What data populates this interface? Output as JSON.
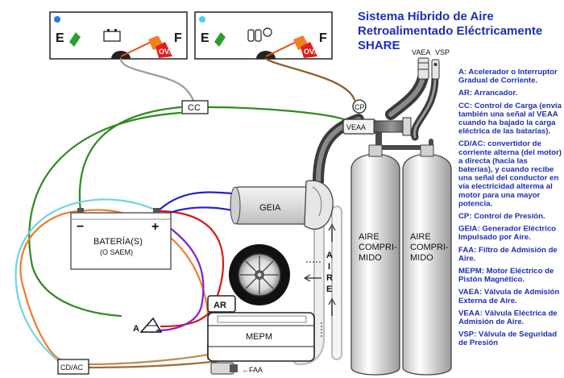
{
  "title": [
    "Sistema Híbrido de Aire",
    "Retroalimentado Eléctricamente",
    "SHARE"
  ],
  "gauges": [
    {
      "empty": "E",
      "full": "F",
      "warning": "OV."
    },
    {
      "empty": "E",
      "full": "F",
      "warning": "OV."
    }
  ],
  "labels": {
    "cc": "CC",
    "cp": "CP",
    "veaa": "VEAA",
    "vaea": "VAEA",
    "vsp": "VSP",
    "geia": "GEIA",
    "battery": "BATERÍA(S)",
    "battery_sub": "(O SAEM)",
    "minus": "−",
    "plus": "+",
    "ar": "AR",
    "mepm": "MEPM",
    "cdac": "CD/AC",
    "faa": "←FAA",
    "a": "A",
    "aire": [
      "A",
      "I",
      "R",
      "E"
    ],
    "tank1": [
      "AIRE",
      "COMPRI-",
      "MIDO"
    ],
    "tank2": [
      "AIRE",
      "COMPRI-",
      "MIDO"
    ]
  },
  "legend": [
    [
      "A: Acelerador o Interruptor",
      "Gradual de Corriente."
    ],
    [
      "AR: Arrancador."
    ],
    [
      "CC: Control de Carga (envía",
      "también una señal al VEAA",
      "cuando ha bajado la carga",
      "eléctrica de las batarías)."
    ],
    [
      "CD/AC: convertidor de",
      "corriente alterna (del motor)",
      "a directa (hacia las",
      "baterías), y cuando recibe",
      "una señal del conductor en",
      "vía electricidad alterma al",
      "motor para una mayor",
      "potencia."
    ],
    [
      "CP: Control de Presión."
    ],
    [
      "GEIA: Generador Eléctrico",
      "Impulsado por Aire."
    ],
    [
      "FAA: Filtro de Admisión de",
      "Aire."
    ],
    [
      "MEPM: Motor Eléctrico de",
      "Pistón Magnético."
    ],
    [
      "VAEA: Válvula de Admisión",
      "Externa de Aire."
    ],
    [
      "VEAA: Válvula Eléctrica de",
      "Admisión de Aire."
    ],
    [
      "VSP: Válvula de Seguridad",
      "de Presión"
    ]
  ],
  "colors": {
    "title": "#1d2fb0",
    "wire_green": "#2e8b1e",
    "wire_orange": "#f07a2a",
    "wire_cyan": "#6fd3e6",
    "wire_red": "#d81818",
    "wire_blue": "#2222cc",
    "wire_purple": "#8a1ec8",
    "wire_brown": "#8b5a2b",
    "wire_gray": "#999999",
    "gauge_blue_dot": "#2a78d8",
    "gauge_cyan_dot": "#3fd6f0",
    "gauge_green": "#2aa02a",
    "gauge_red": "#e02020"
  }
}
